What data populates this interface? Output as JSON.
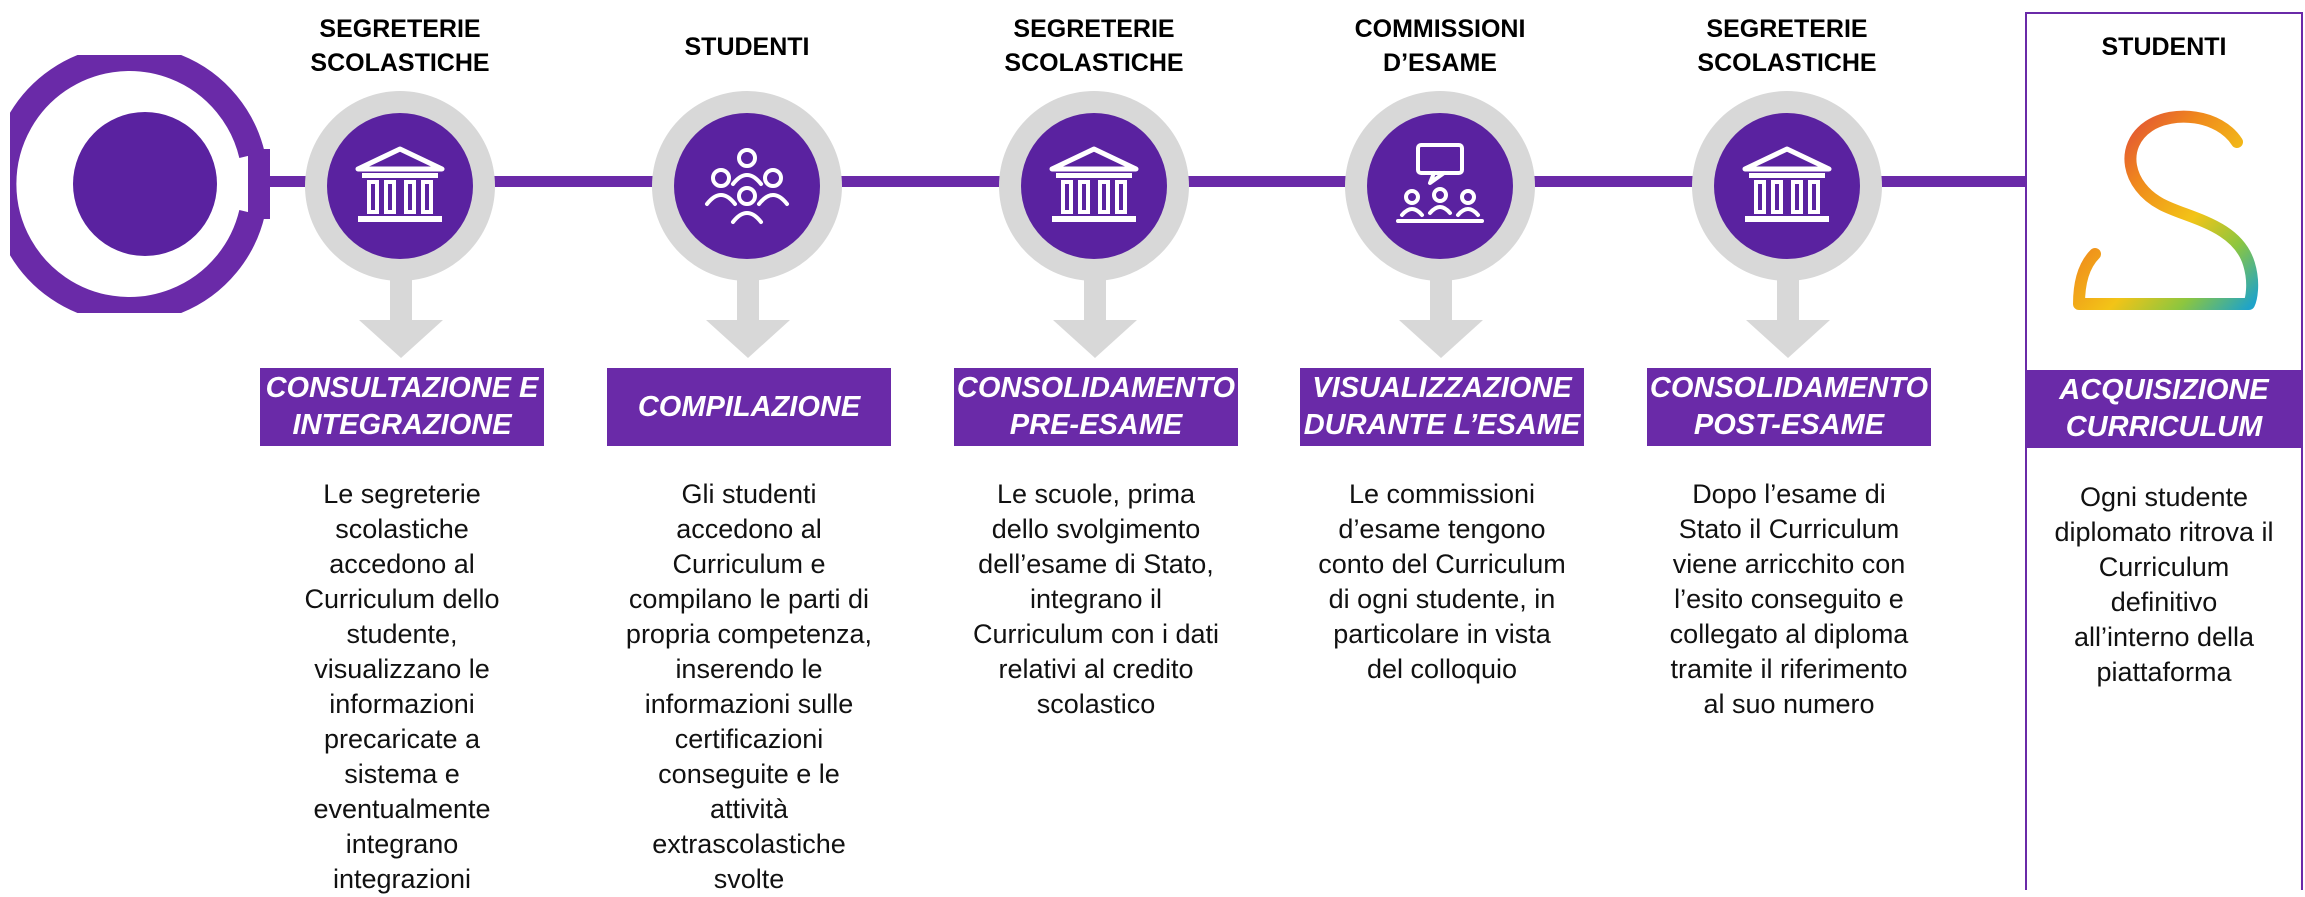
{
  "colors": {
    "purple": "#6a2aa8",
    "purple_dark": "#5a22a0",
    "grey": "#d8d8d8"
  },
  "stages": [
    {
      "actor": "SEGRETERIE\nSCOLASTICHE",
      "icon": "bank-icon",
      "title": "CONSULTAZIONE E\nINTEGRAZIONE",
      "description": "Le segreterie\nscolastiche\naccedono al\nCurriculum dello\nstudente,\nvisualizzano le\ninformazioni\nprecaricate a\nsistema e\neventualmente\nintegrano\nintegrazioni"
    },
    {
      "actor": "STUDENTI",
      "icon": "students-group-icon",
      "title": "COMPILAZIONE",
      "description": "Gli studenti\naccedono al\nCurriculum e\ncompilano le parti di\npropria competenza,\ninserendo le\ninformazioni sulle\ncertificazioni\nconseguite e le\nattività\nextrascolastiche\nsvolte"
    },
    {
      "actor": "SEGRETERIE\nSCOLASTICHE",
      "icon": "bank-icon",
      "title": "CONSOLIDAMENTO\nPRE-ESAME",
      "description": "Le scuole, prima\ndello svolgimento\ndell’esame di Stato,\nintegrano il\nCurriculum con i dati\nrelativi al credito\nscolastico"
    },
    {
      "actor": "COMMISSIONI\nD’ESAME",
      "icon": "commission-meeting-icon",
      "title": "VISUALIZZAZIONE\nDURANTE L’ESAME",
      "description": "Le commissioni\nd’esame tengono\nconto del Curriculum\ndi ogni studente, in\nparticolare in vista\ndel colloquio"
    },
    {
      "actor": "SEGRETERIE\nSCOLASTICHE",
      "icon": "bank-icon",
      "title": "CONSOLIDAMENTO\nPOST-ESAME",
      "description": "Dopo l’esame di\nStato il Curriculum\nviene arricchito con\nl’esito conseguito e\ncollegato al diploma\ntramite il riferimento\nal suo numero"
    }
  ],
  "final": {
    "actor": "STUDENTI",
    "icon": "curriculum-logo-icon",
    "title": "ACQUISIZIONE\nCURRICULUM",
    "description": "Ogni studente\ndiplomato ritrova il\nCurriculum\ndefinitivo\nall’interno della\npiattaforma"
  }
}
